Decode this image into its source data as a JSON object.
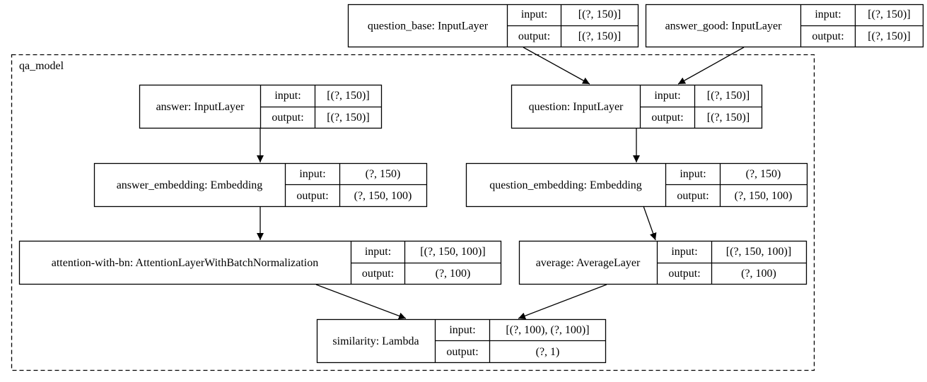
{
  "cluster": {
    "label": "qa_model"
  },
  "nodes": {
    "question_base": {
      "name": "question_base: InputLayer",
      "input_label": "input:",
      "output_label": "output:",
      "input": "[(?, 150)]",
      "output": "[(?, 150)]"
    },
    "answer_good": {
      "name": "answer_good: InputLayer",
      "input_label": "input:",
      "output_label": "output:",
      "input": "[(?, 150)]",
      "output": "[(?, 150)]"
    },
    "answer": {
      "name": "answer: InputLayer",
      "input_label": "input:",
      "output_label": "output:",
      "input": "[(?, 150)]",
      "output": "[(?, 150)]"
    },
    "question": {
      "name": "question: InputLayer",
      "input_label": "input:",
      "output_label": "output:",
      "input": "[(?, 150)]",
      "output": "[(?, 150)]"
    },
    "answer_embedding": {
      "name": "answer_embedding: Embedding",
      "input_label": "input:",
      "output_label": "output:",
      "input": "(?, 150)",
      "output": "(?, 150, 100)"
    },
    "question_embedding": {
      "name": "question_embedding: Embedding",
      "input_label": "input:",
      "output_label": "output:",
      "input": "(?, 150)",
      "output": "(?, 150, 100)"
    },
    "attention": {
      "name": "attention-with-bn: AttentionLayerWithBatchNormalization",
      "input_label": "input:",
      "output_label": "output:",
      "input": "[(?, 150, 100)]",
      "output": "(?, 100)"
    },
    "average": {
      "name": "average: AverageLayer",
      "input_label": "input:",
      "output_label": "output:",
      "input": "[(?, 150, 100)]",
      "output": "(?, 100)"
    },
    "similarity": {
      "name": "similarity: Lambda",
      "input_label": "input:",
      "output_label": "output:",
      "input": "[(?, 100), (?, 100)]",
      "output": "(?, 1)"
    }
  },
  "edges": [
    {
      "from": "question_base",
      "to": "question"
    },
    {
      "from": "answer_good",
      "to": "question"
    },
    {
      "from": "answer",
      "to": "answer_embedding"
    },
    {
      "from": "question",
      "to": "question_embedding"
    },
    {
      "from": "answer_embedding",
      "to": "attention"
    },
    {
      "from": "question_embedding",
      "to": "average"
    },
    {
      "from": "attention",
      "to": "similarity"
    },
    {
      "from": "average",
      "to": "similarity"
    }
  ]
}
